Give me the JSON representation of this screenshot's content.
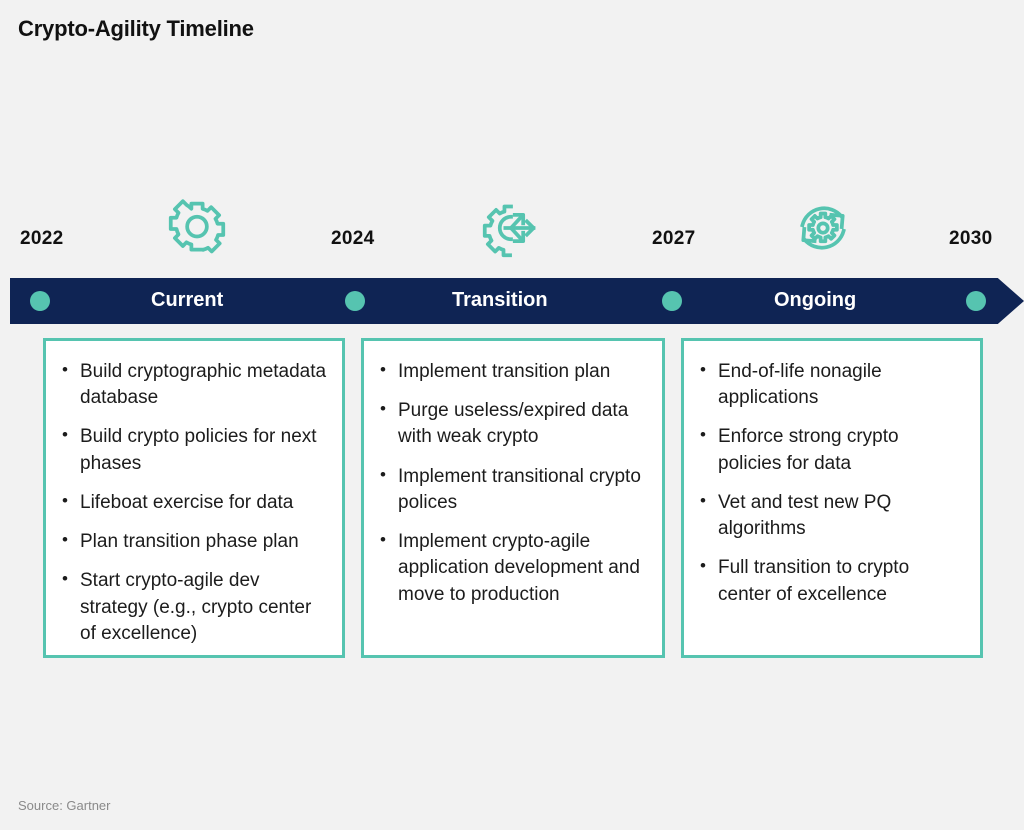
{
  "title": "Crypto-Agility Timeline",
  "source": "Source: Gartner",
  "colors": {
    "background": "#f2f2f2",
    "bar": "#0f2454",
    "accent_teal": "#56c4b0",
    "box_border": "#56c4b0",
    "text": "#1c1c1c",
    "source_text": "#8a8a8a"
  },
  "timeline": {
    "years": [
      "2022",
      "2024",
      "2027",
      "2030"
    ],
    "phases": [
      {
        "label": "Current",
        "icon": "gear-icon"
      },
      {
        "label": "Transition",
        "icon": "gear-arrows-icon"
      },
      {
        "label": "Ongoing",
        "icon": "gear-refresh-cycle-icon"
      }
    ]
  },
  "boxes": [
    {
      "phase": "Current",
      "bullets": [
        "Build cryptographic metadata database",
        "Build crypto policies for next phases",
        "Lifeboat exercise for data",
        "Plan transition phase plan",
        "Start crypto-agile dev strategy (e.g., crypto center of excellence)"
      ]
    },
    {
      "phase": "Transition",
      "bullets": [
        "Implement transition plan",
        "Purge useless/expired data with weak crypto",
        "Implement transitional crypto polices",
        "Implement crypto-agile application development and move to production"
      ]
    },
    {
      "phase": "Ongoing",
      "bullets": [
        "End-of-life nonagile applications",
        "Enforce strong crypto policies for data",
        "Vet and test new PQ algorithms",
        "Full transition to crypto center of excellence"
      ]
    }
  ]
}
